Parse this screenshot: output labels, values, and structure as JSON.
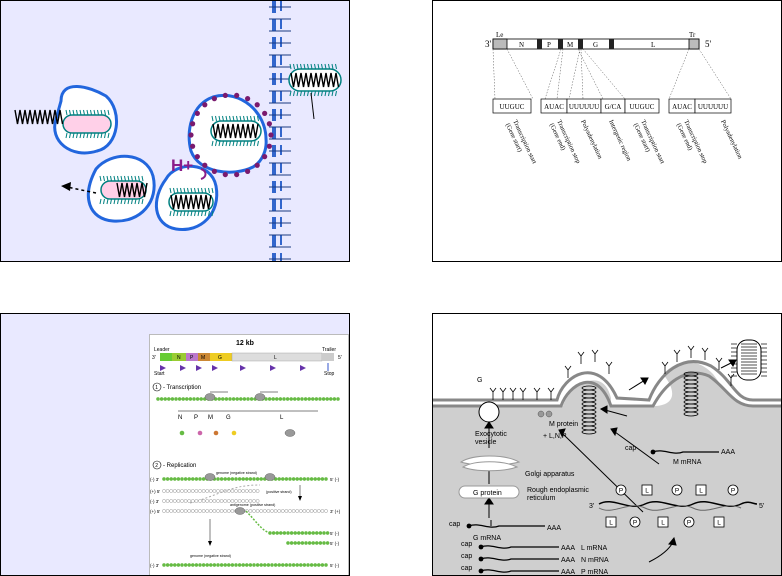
{
  "panel_entry": {
    "label_h": "H+"
  },
  "panel_genome": {
    "end_left": "3'",
    "end_right": "5'",
    "leader": "Le",
    "trailer": "Tr",
    "genes": [
      "N",
      "P",
      "M",
      "G",
      "L"
    ],
    "seq_boxes": [
      "UUGUC",
      "AUAC",
      "UUUUUU",
      "G/CA",
      "UUGUC",
      "AUAC",
      "UUUUUU"
    ],
    "annotations": [
      "Transcription start\n(Gene start)",
      "Transcription stop\n(Gene end)",
      "Polyadenylation",
      "Intergenic region",
      "Transcription start\n(Gene start)",
      "Transcription stop\n(Gene end)",
      "Polyadenylation"
    ]
  },
  "panel_replication": {
    "size_label": "12 kb",
    "leader": "Leader",
    "trailer": "Trailer",
    "genes": [
      "N",
      "P",
      "M",
      "G",
      "L"
    ],
    "start_label": "Start",
    "stop_label": "Stop",
    "step1_num": "1",
    "step1_label": "- Transcription",
    "step2_num": "2",
    "step2_label": "- Replication",
    "mrna_labels": [
      "N",
      "P",
      "M",
      "G",
      "L"
    ],
    "genome_label": "genome (negative strand)",
    "positive_label": "(positive strand)",
    "antigenome_label": "antigenome (positive strand)",
    "genome_label2": "genome (negative strand)",
    "strand_ends": {
      "top_left": "3'",
      "top_right": "5'",
      "r1_left": "(-) 3'",
      "r1_right": "5' (-)",
      "r2_left": "(+) 5'",
      "r3_left": "(-) 3'",
      "r4_left": "(+) 5'",
      "r4_right": "3' (+)",
      "r5_right": "5' (-)",
      "r6_right": "5' (-)",
      "r7_left": "(-) 3'",
      "r7_right": "5' (-)"
    }
  },
  "panel_budding": {
    "g_label": "G",
    "m_protein": "M protein",
    "lnp": "+ L,N,P",
    "exocytotic": "Exocytotic\nvesicle",
    "golgi": "Golgi apparatus",
    "g_protein": "G protein",
    "rer": "Rough endoplasmic\nreticulum",
    "cap": "cap",
    "aaa": "AAA",
    "g_mrna": "G mRNA",
    "m_mrna": "M mRNA",
    "l_mrna": "L mRNA",
    "n_mrna": "N mRNA",
    "p_mrna": "P mRNA",
    "rnp_end_left": "3'",
    "rnp_end_right": "5'",
    "rnp_proteins": [
      "P",
      "L",
      "P",
      "L",
      "P",
      "L",
      "P",
      "L",
      "P",
      "L"
    ]
  }
}
